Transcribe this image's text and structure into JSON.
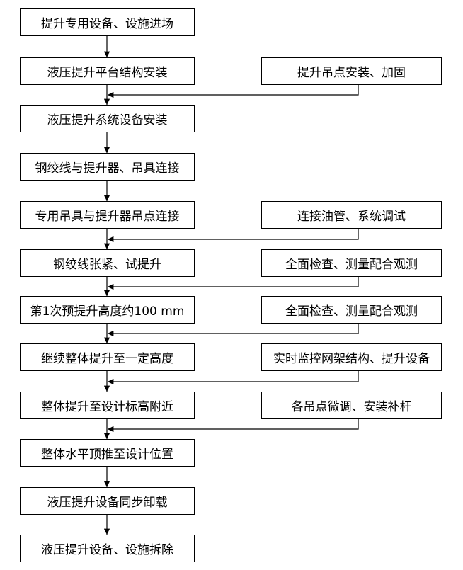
{
  "main_steps": [
    "提升专用设备、设施进场",
    "液压提升平台结构安装",
    "液压提升系统设备安装",
    "钢绞线与提升器、吊具连接",
    "专用吊具与提升器吊点连接",
    "钢绞线张紧、试提升",
    "第1次预提升高度约100 mm",
    "继续整体提升至一定高度",
    "整体提升至设计标高附近",
    "整体水平顶推至设计位置",
    "液压提升设备同步卸载",
    "液压提升设备、设施拆除"
  ],
  "side_steps": [
    "提升吊点安装、加固",
    "连接油管、系统调试",
    "全面检查、测量配合观测",
    "全面检查、测量配合观测",
    "实时监控网架结构、提升设备",
    "各吊点微调、安装补杆"
  ],
  "side_step_attachments": [
    1,
    4,
    5,
    6,
    7,
    8
  ],
  "colors": {
    "box_border": "#000000",
    "arrow": "#000000",
    "background": "#ffffff"
  }
}
